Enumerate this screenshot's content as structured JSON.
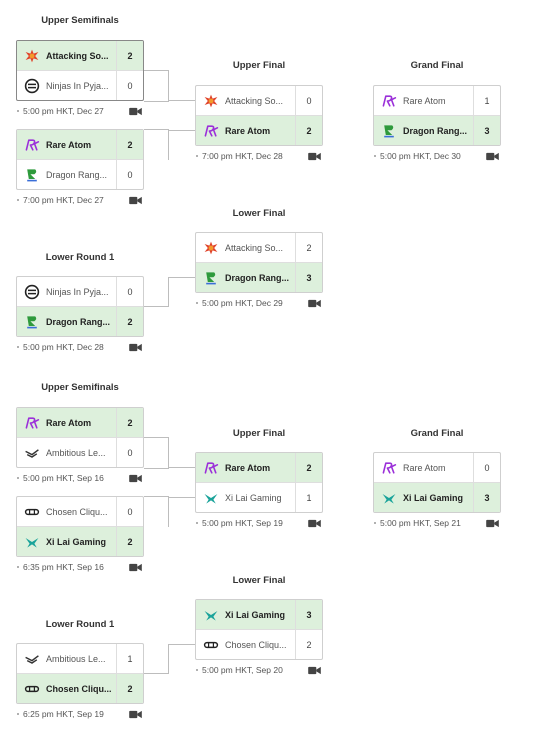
{
  "bracket1": {
    "upper_semifinals": "Upper Semifinals",
    "upper_final": "Upper Final",
    "grand_final": "Grand Final",
    "lower_final": "Lower Final",
    "lower_round_1": "Lower Round 1",
    "m1": {
      "t1": "Attacking So...",
      "s1": "2",
      "t2": "Ninjas In Pyja...",
      "s2": "0",
      "time": "5:00 pm HKT, Dec 27"
    },
    "m2": {
      "t1": "Rare Atom",
      "s1": "2",
      "t2": "Dragon Rang...",
      "s2": "0",
      "time": "7:00 pm HKT, Dec 27"
    },
    "m3": {
      "t1": "Attacking So...",
      "s1": "0",
      "t2": "Rare Atom",
      "s2": "2",
      "time": "7:00 pm HKT, Dec 28"
    },
    "m4": {
      "t1": "Rare Atom",
      "s1": "1",
      "t2": "Dragon Rang...",
      "s2": "3",
      "time": "5:00 pm HKT, Dec 30"
    },
    "m5": {
      "t1": "Attacking So...",
      "s1": "2",
      "t2": "Dragon Rang...",
      "s2": "3",
      "time": "5:00 pm HKT, Dec 29"
    },
    "m6": {
      "t1": "Ninjas In Pyja...",
      "s1": "0",
      "t2": "Dragon Rang...",
      "s2": "2",
      "time": "5:00 pm HKT, Dec 28"
    }
  },
  "bracket2": {
    "upper_semifinals": "Upper Semifinals",
    "upper_final": "Upper Final",
    "grand_final": "Grand Final",
    "lower_final": "Lower Final",
    "lower_round_1": "Lower Round 1",
    "m1": {
      "t1": "Rare Atom",
      "s1": "2",
      "t2": "Ambitious Le...",
      "s2": "0",
      "time": "5:00 pm HKT, Sep 16"
    },
    "m2": {
      "t1": "Chosen Cliqu...",
      "s1": "0",
      "t2": "Xi Lai Gaming",
      "s2": "2",
      "time": "6:35 pm HKT, Sep 16"
    },
    "m3": {
      "t1": "Rare Atom",
      "s1": "2",
      "t2": "Xi Lai Gaming",
      "s2": "1",
      "time": "5:00 pm HKT, Sep 19"
    },
    "m4": {
      "t1": "Rare Atom",
      "s1": "0",
      "t2": "Xi Lai Gaming",
      "s2": "3",
      "time": "5:00 pm HKT, Sep 21"
    },
    "m5": {
      "t1": "Xi Lai Gaming",
      "s1": "3",
      "t2": "Chosen Cliqu...",
      "s2": "2",
      "time": "5:00 pm HKT, Sep 20"
    },
    "m6": {
      "t1": "Ambitious Le...",
      "s1": "1",
      "t2": "Chosen Cliqu...",
      "s2": "2",
      "time": "6:25 pm HKT, Sep 19"
    }
  },
  "icons": {
    "attacking": "attacking-soul-logo",
    "ninjas": "ninjas-in-pyjamas-logo",
    "rare_atom": "rare-atom-logo",
    "dragon": "dragon-rangers-logo",
    "ambitious": "ambitious-legends-logo",
    "chosen": "chosen-clique-logo",
    "xilai": "xi-lai-gaming-logo",
    "camera": "video-camera-icon"
  },
  "colors": {
    "win_bg": "#ddf0dc",
    "border": "#cfcfcf",
    "rare_atom": "#9b30d9",
    "xilai": "#1aa39a",
    "dragon": "#2e9a3c",
    "attacking": "#e0442b"
  }
}
